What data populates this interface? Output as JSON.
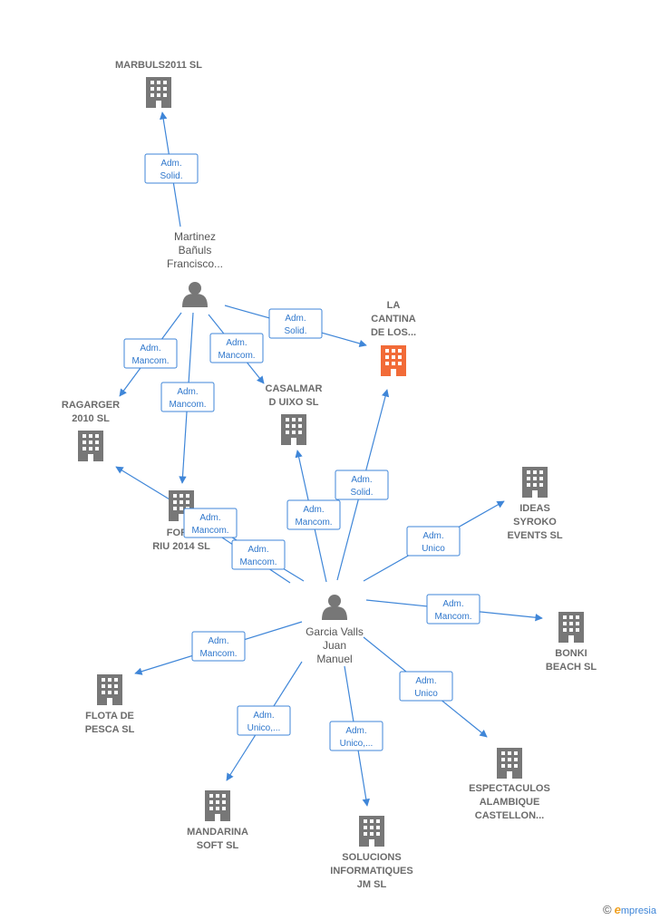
{
  "colors": {
    "edge": "#3f86d8",
    "company": "#777777",
    "highlight": "#f26b38",
    "person": "#777777"
  },
  "people": [
    {
      "id": "martinez",
      "lines": [
        "Martinez",
        "Bañuls",
        "Francisco..."
      ]
    },
    {
      "id": "garcia",
      "lines": [
        "Garcia Valls",
        "Juan",
        "Manuel"
      ]
    }
  ],
  "companies": [
    {
      "id": "marbuls",
      "lines": [
        "MARBULS2011 SL"
      ],
      "highlight": false
    },
    {
      "id": "cantina",
      "lines": [
        "LA",
        "CANTINA",
        "DE LOS..."
      ],
      "highlight": true
    },
    {
      "id": "ragarger",
      "lines": [
        "RAGARGER",
        "2010 SL"
      ],
      "highlight": false
    },
    {
      "id": "casalmar",
      "lines": [
        "CASALMAR",
        "D UIXO  SL"
      ],
      "highlight": false
    },
    {
      "id": "formriu",
      "lines": [
        "FORM",
        "RIU 2014  SL"
      ],
      "highlight": false
    },
    {
      "id": "ideas",
      "lines": [
        "IDEAS",
        "SYROKO",
        "EVENTS  SL"
      ],
      "highlight": false
    },
    {
      "id": "bonki",
      "lines": [
        "BONKI",
        "BEACH  SL"
      ],
      "highlight": false
    },
    {
      "id": "flota",
      "lines": [
        "FLOTA DE",
        "PESCA SL"
      ],
      "highlight": false
    },
    {
      "id": "espect",
      "lines": [
        "ESPECTACULOS",
        "ALAMBIQUE",
        "CASTELLON..."
      ],
      "highlight": false
    },
    {
      "id": "mandarina",
      "lines": [
        "MANDARINA",
        "SOFT SL"
      ],
      "highlight": false
    },
    {
      "id": "soluciones",
      "lines": [
        "SOLUCIONS",
        "INFORMATIQUES",
        "JM  SL"
      ],
      "highlight": false
    }
  ],
  "edges": [
    {
      "from": "martinez",
      "to": "marbuls",
      "label": [
        "Adm.",
        "Solid."
      ]
    },
    {
      "from": "martinez",
      "to": "cantina",
      "label": [
        "Adm.",
        "Solid."
      ]
    },
    {
      "from": "martinez",
      "to": "ragarger",
      "label": [
        "Adm.",
        "Mancom."
      ]
    },
    {
      "from": "martinez",
      "to": "casalmar",
      "label": [
        "Adm.",
        "Mancom."
      ]
    },
    {
      "from": "martinez",
      "to": "formriu",
      "label": [
        "Adm.",
        "Mancom."
      ]
    },
    {
      "from": "garcia",
      "to": "ragarger",
      "label": [
        "Adm.",
        "Mancom."
      ]
    },
    {
      "from": "garcia",
      "to": "formriu",
      "label": [
        "Adm.",
        "Mancom."
      ]
    },
    {
      "from": "garcia",
      "to": "casalmar",
      "label": [
        "Adm.",
        "Mancom."
      ]
    },
    {
      "from": "garcia",
      "to": "cantina",
      "label": [
        "Adm.",
        "Solid."
      ]
    },
    {
      "from": "garcia",
      "to": "ideas",
      "label": [
        "Adm.",
        "Unico"
      ]
    },
    {
      "from": "garcia",
      "to": "bonki",
      "label": [
        "Adm.",
        "Mancom."
      ]
    },
    {
      "from": "garcia",
      "to": "espect",
      "label": [
        "Adm.",
        "Unico"
      ]
    },
    {
      "from": "garcia",
      "to": "flota",
      "label": [
        "Adm.",
        "Mancom."
      ]
    },
    {
      "from": "garcia",
      "to": "mandarina",
      "label": [
        "Adm.",
        "Unico,..."
      ]
    },
    {
      "from": "garcia",
      "to": "soluciones",
      "label": [
        "Adm.",
        "Unico,..."
      ]
    }
  ],
  "footer": {
    "copyright": "©",
    "brand_initial": "e",
    "brand_rest": "mpresia"
  }
}
